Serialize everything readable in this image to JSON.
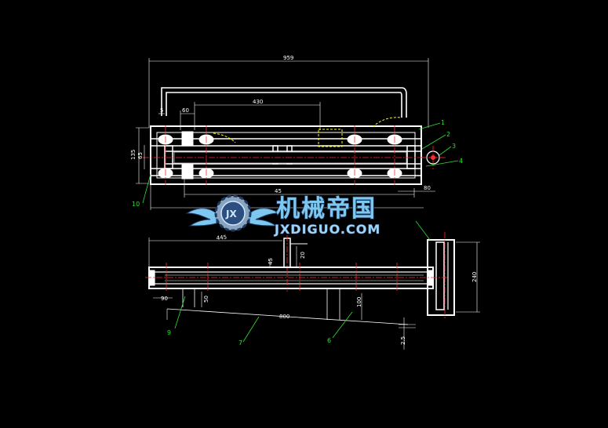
{
  "colors": {
    "background": "#000000",
    "outline": "#ffffff",
    "dimension": "#ffffff",
    "centerline": "#ff2a2a",
    "hidden": "#ffff00",
    "leader": "#33dd33",
    "watermark": "#7ec8f0"
  },
  "dimensions": {
    "overall_width": "959",
    "d430": "430",
    "d60": "60",
    "d5": "5",
    "d135": "135",
    "d65": "65",
    "d45": "45",
    "d80": "80",
    "d445": "445",
    "d20": "20",
    "d240": "240",
    "d90": "90",
    "d50": "50",
    "d800": "800",
    "d100": "100",
    "d25": "2.5"
  },
  "callouts": {
    "c1": "1",
    "c2": "2",
    "c3": "3",
    "c4": "4",
    "c6": "6",
    "c7": "7",
    "c9": "9",
    "c10": "10"
  },
  "watermark": {
    "logo_text": "JX",
    "cn": "机械帝国",
    "en": "JXDIGUO.COM"
  }
}
